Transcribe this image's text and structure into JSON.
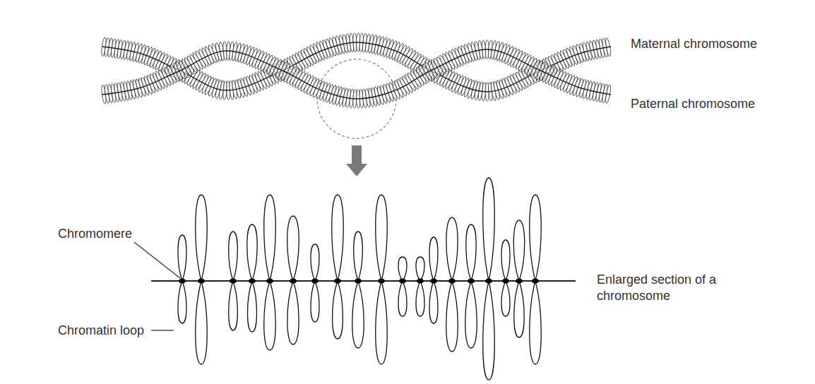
{
  "diagram": {
    "labels": [
      "Maternal chromosome",
      "Paternal chromosome",
      "Chromomere",
      "Chromatin loop",
      "Enlarged section of a chromosome"
    ]
  }
}
